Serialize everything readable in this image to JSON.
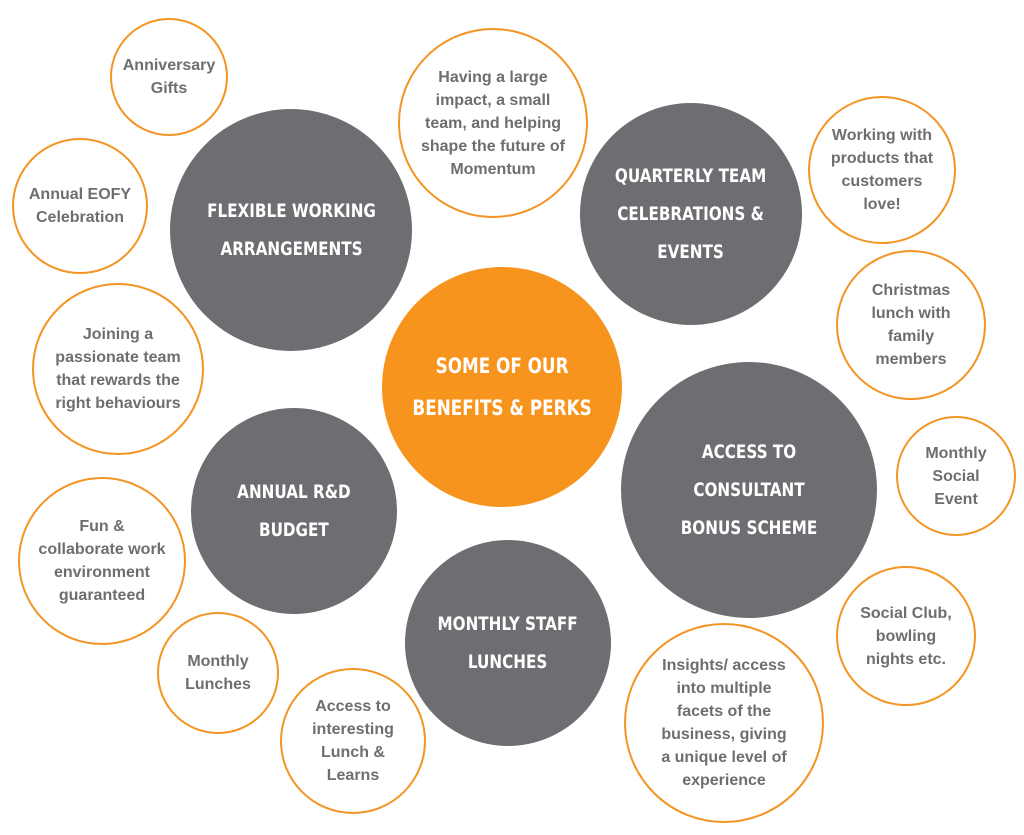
{
  "colors": {
    "accent": "#f7941d",
    "outline_border": "#f39423",
    "dark_fill": "#6d6e71",
    "outline_text": "#6d6e71",
    "background": "#ffffff"
  },
  "center": {
    "label": "SOME OF OUR\nBENEFITS & PERKS"
  },
  "main_benefits": {
    "flexible_working": "FLEXIBLE WORKING\nARRANGEMENTS",
    "quarterly_team": "QUARTERLY TEAM\nCELEBRATIONS &\nEVENTS",
    "consultant_bonus": "ACCESS TO CONSULTANT\nBONUS SCHEME",
    "rd_budget": "ANNUAL R&D\nBUDGET",
    "staff_lunches": "MONTHLY STAFF\nLUNCHES"
  },
  "perks": {
    "anniversary_gifts": "Anniversary\nGifts",
    "annual_eofy": "Annual EOFY\nCelebration",
    "joining_team": "Joining a\npassionate team\nthat rewards the\nright behaviours",
    "fun_environment": "Fun &\ncollaborate work\nenvironment\nguaranteed",
    "monthly_lunches": "Monthly\nLunches",
    "lunch_learns": "Access to\ninteresting\nLunch &\nLearns",
    "large_impact": "Having a large\nimpact, a small\nteam, and helping\nshape the future of\nMomentum",
    "working_products": "Working with\nproducts that\ncustomers\nlove!",
    "christmas_lunch": "Christmas\nlunch with\nfamily\nmembers",
    "monthly_social": "Monthly\nSocial\nEvent",
    "social_club": "Social Club,\nbowling\nnights etc.",
    "insights_access": "Insights/ access\ninto multiple\nfacets of the\nbusiness, giving\na unique level of\nexperience"
  }
}
